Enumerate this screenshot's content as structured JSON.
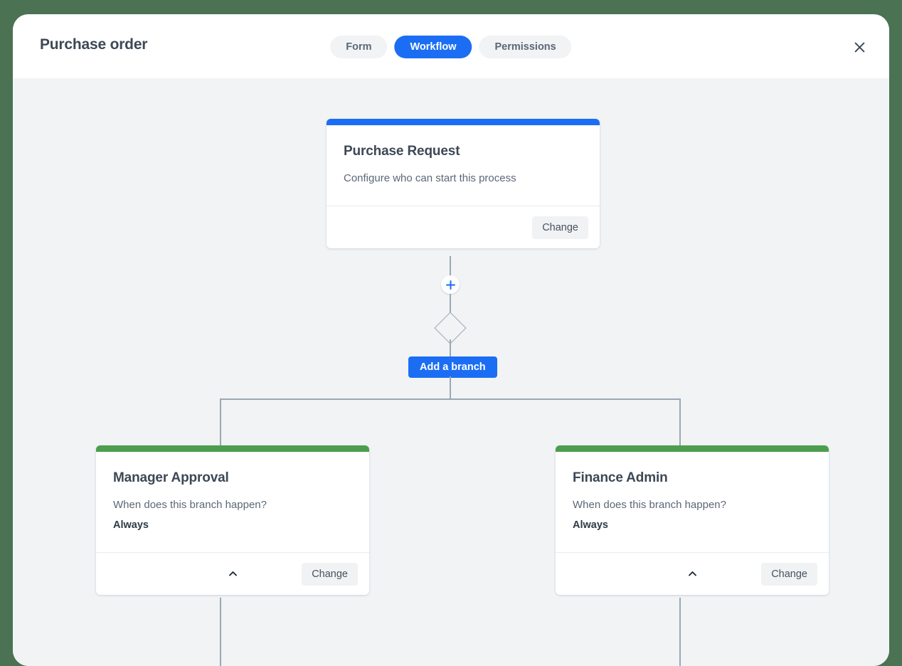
{
  "header": {
    "title": "Purchase order",
    "tabs": [
      {
        "label": "Form",
        "active": false
      },
      {
        "label": "Workflow",
        "active": true
      },
      {
        "label": "Permissions",
        "active": false
      }
    ],
    "close_icon": "close-icon"
  },
  "workflow": {
    "trigger_card": {
      "title": "Purchase Request",
      "subtitle": "Configure who can start this process",
      "change_label": "Change",
      "accent_color": "#1b6ef3"
    },
    "add_step_icon": "plus-icon",
    "decision_icon": "diamond-icon",
    "add_branch_label": "Add a branch",
    "branches": [
      {
        "title": "Manager Approval",
        "question": "When does this branch happen?",
        "condition": "Always",
        "change_label": "Change",
        "collapse_icon": "chevron-up-icon",
        "accent_color": "#4a9e4d"
      },
      {
        "title": "Finance Admin",
        "question": "When does this branch happen?",
        "condition": "Always",
        "change_label": "Change",
        "collapse_icon": "chevron-up-icon",
        "accent_color": "#4a9e4d"
      }
    ]
  },
  "colors": {
    "page_background": "#4a7253",
    "canvas_background": "#f1f3f5",
    "accent_blue": "#1b6ef3",
    "accent_green": "#4a9e4d",
    "connector": "#9aa7b4"
  }
}
